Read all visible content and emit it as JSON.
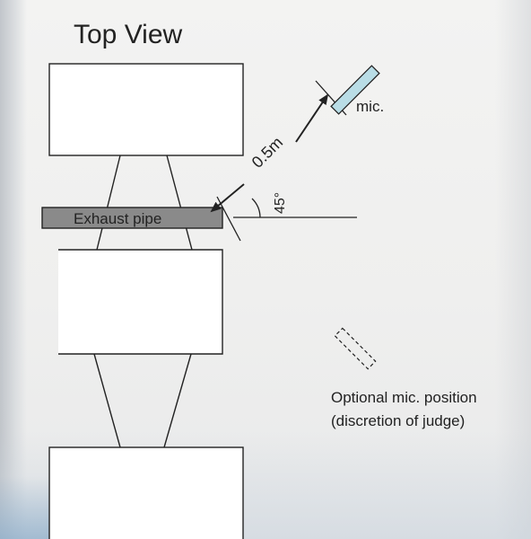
{
  "diagram": {
    "title": "Top View",
    "exhaust_label": "Exhaust pipe",
    "distance_label": "0.5m",
    "angle_label": "45°",
    "mic_label": "mic.",
    "optional_line1": "Optional mic. position",
    "optional_line2": "(discretion of judge)"
  },
  "colors": {
    "line": "#222222",
    "pipe_fill": "#8a8a8a",
    "mic_fill": "#b9dde6"
  }
}
